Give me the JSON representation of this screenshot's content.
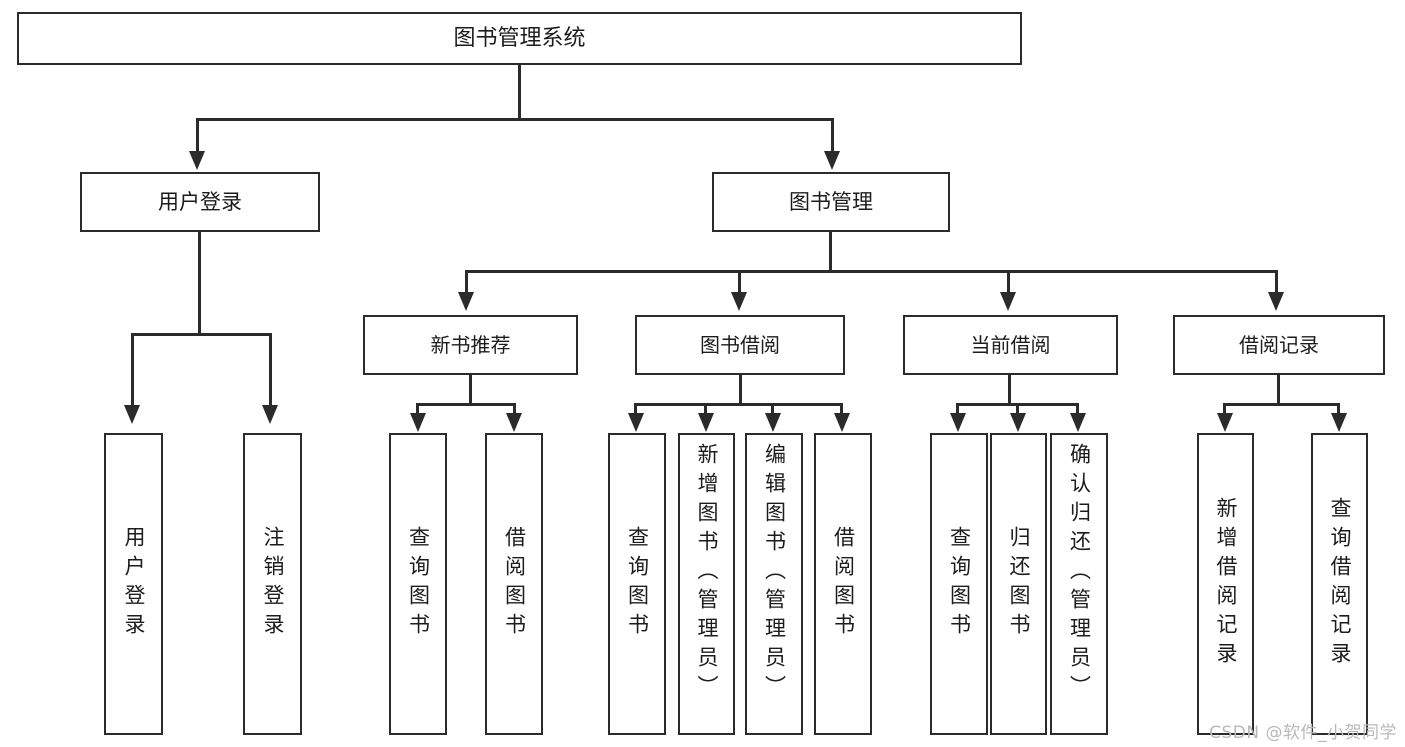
{
  "diagram": {
    "title": "图书管理系统",
    "type": "hierarchy-tree",
    "root": {
      "label": "图书管理系统"
    },
    "level1": [
      {
        "label": "用户登录"
      },
      {
        "label": "图书管理"
      }
    ],
    "level2": [
      {
        "label": "新书推荐"
      },
      {
        "label": "图书借阅"
      },
      {
        "label": "当前借阅"
      },
      {
        "label": "借阅记录"
      }
    ],
    "leaves": {
      "user_login": [
        {
          "label": "用户登录"
        },
        {
          "label": "注销登录"
        }
      ],
      "new_book_recommend": [
        {
          "label": "查询图书"
        },
        {
          "label": "借阅图书"
        }
      ],
      "book_borrow": [
        {
          "label": "查询图书"
        },
        {
          "label": "新增图书（管理员）"
        },
        {
          "label": "编辑图书（管理员）"
        },
        {
          "label": "借阅图书"
        }
      ],
      "current_borrow": [
        {
          "label": "查询图书"
        },
        {
          "label": "归还图书"
        },
        {
          "label": "确认归还（管理员）"
        }
      ],
      "borrow_record": [
        {
          "label": "新增借阅记录"
        },
        {
          "label": "查询借阅记录"
        }
      ]
    }
  },
  "watermark": {
    "text": "CSDN @软件_小贺同学"
  },
  "colors": {
    "stroke": "#2b2b2b",
    "fill": "#ffffff",
    "text": "#1c1c1c",
    "watermark": "#b9b9b9"
  }
}
